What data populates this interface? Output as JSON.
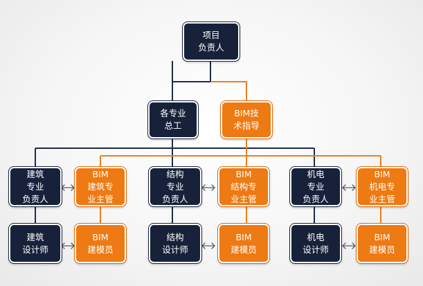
{
  "colors": {
    "navy": "#17213a",
    "orange": "#ed7a12",
    "line_navy": "#1f2a44",
    "line_orange": "#ee7d1a"
  },
  "nodes": {
    "project_lead": [
      "项目",
      "负责人"
    ],
    "discipline_chief": [
      "各专业",
      "总工"
    ],
    "bim_tech_guide": [
      "BIM技",
      "术指导"
    ],
    "arch_lead": [
      "建筑",
      "专业",
      "负责人"
    ],
    "bim_arch_manager": [
      "BIM",
      "建筑专",
      "业主管"
    ],
    "struct_lead": [
      "结构",
      "专业",
      "负责人"
    ],
    "bim_struct_manager": [
      "BIM",
      "结构专",
      "业主管"
    ],
    "mep_lead": [
      "机电",
      "专业",
      "负责人"
    ],
    "bim_mep_manager": [
      "BIM",
      "机电专",
      "业主管"
    ],
    "arch_designer": [
      "建筑",
      "设计师"
    ],
    "bim_arch_modeler": [
      "BIM",
      "建模员"
    ],
    "struct_designer": [
      "结构",
      "设计师"
    ],
    "bim_struct_modeler": [
      "BIM",
      "建模员"
    ],
    "mep_designer": [
      "机电",
      "设计师"
    ],
    "bim_mep_modeler": [
      "BIM",
      "建模员"
    ]
  }
}
